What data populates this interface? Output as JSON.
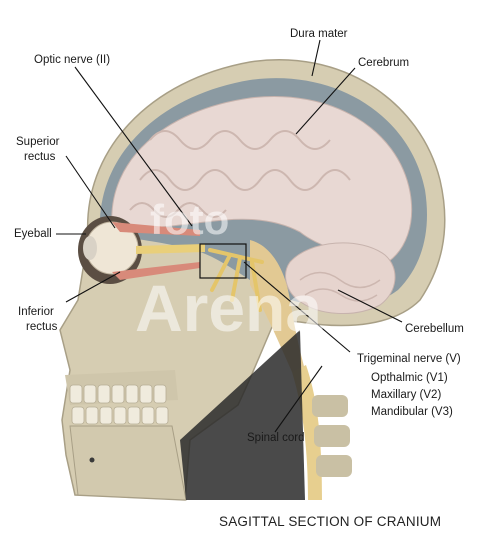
{
  "labels": {
    "dura_mater": "Dura mater",
    "optic_nerve": "Optic nerve (II)",
    "cerebrum": "Cerebrum",
    "superior_rectus": [
      "Superior",
      "rectus"
    ],
    "eyeball": "Eyeball",
    "inferior_rectus": [
      "Inferior",
      "rectus"
    ],
    "cerebellum": "Cerebellum",
    "trigeminal": {
      "title": "Trigeminal nerve (V)",
      "branches": [
        "Opthalmic (V1)",
        "Maxillary (V2)",
        "Mandibular (V3)"
      ]
    },
    "spinal_cord": "Spinal cord"
  },
  "caption": "SAGITTAL SECTION OF CRANIUM",
  "watermark": {
    "top": "foto",
    "bottom": "Arena"
  },
  "colors": {
    "bone": "#d6cdb2",
    "dura": "#7f8f98",
    "brain": "#e8d8d3",
    "nerve": "#e7c56a",
    "csf": "#6f93a8"
  }
}
